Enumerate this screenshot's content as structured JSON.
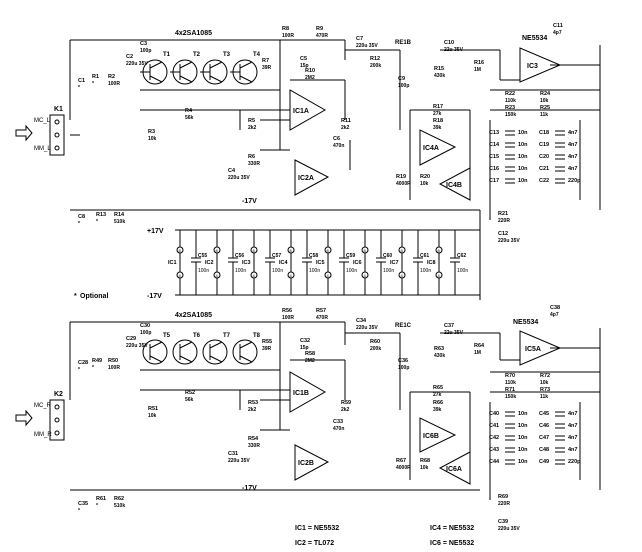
{
  "transistor_groups": {
    "left": "4x2SA1085",
    "right": "4x2SA1085"
  },
  "connectors": {
    "k1": {
      "name": "K1",
      "pins": [
        "MC_L",
        "MM_L"
      ]
    },
    "k2": {
      "name": "K2",
      "pins": [
        "MC_R",
        "MM_R"
      ]
    }
  },
  "top_channel": {
    "transistors": [
      "T1",
      "T2",
      "T3",
      "T4"
    ],
    "opamps": [
      "IC1A",
      "IC2A",
      "IC4A",
      "IC4B",
      "IC3"
    ],
    "ic3_type": "NE5534",
    "relay": "RE1B",
    "components": [
      {
        "ref": "C1",
        "val": "*"
      },
      {
        "ref": "R1",
        "val": "*"
      },
      {
        "ref": "R2",
        "val": "100R"
      },
      {
        "ref": "C2",
        "val": "220u 35V"
      },
      {
        "ref": "C3",
        "val": "100p"
      },
      {
        "ref": "R3",
        "val": "10k"
      },
      {
        "ref": "R4",
        "val": "56k"
      },
      {
        "ref": "R5",
        "val": "2k2"
      },
      {
        "ref": "R6",
        "val": "330R"
      },
      {
        "ref": "C4",
        "val": "220u 35V"
      },
      {
        "ref": "R7",
        "val": "39R"
      },
      {
        "ref": "R8",
        "val": "100R"
      },
      {
        "ref": "R9",
        "val": "470R"
      },
      {
        "ref": "C5",
        "val": "15p"
      },
      {
        "ref": "R10",
        "val": "2M2"
      },
      {
        "ref": "R11",
        "val": "2k2"
      },
      {
        "ref": "C6",
        "val": "470n"
      },
      {
        "ref": "C7",
        "val": "220u 35V"
      },
      {
        "ref": "R12",
        "val": "200k"
      },
      {
        "ref": "C9",
        "val": "100p"
      },
      {
        "ref": "C10",
        "val": "22u 35V"
      },
      {
        "ref": "R15",
        "val": "430k"
      },
      {
        "ref": "R16",
        "val": "1M"
      },
      {
        "ref": "R17",
        "val": "27k"
      },
      {
        "ref": "R18",
        "val": "39k"
      },
      {
        "ref": "R19",
        "val": "4000R"
      },
      {
        "ref": "R20",
        "val": "10k"
      },
      {
        "ref": "C11",
        "val": "4p7"
      },
      {
        "ref": "R22",
        "val": "110k"
      },
      {
        "ref": "R23",
        "val": "150k"
      },
      {
        "ref": "R24",
        "val": "10k"
      },
      {
        "ref": "R25",
        "val": "11k"
      },
      {
        "ref": "C12",
        "val": "220u 35V"
      },
      {
        "ref": "R21",
        "val": "220R"
      },
      {
        "ref": "C8",
        "val": "*"
      },
      {
        "ref": "R13",
        "val": "*"
      },
      {
        "ref": "R14",
        "val": "510k"
      }
    ],
    "cap_bank_left": [
      {
        "ref": "C13",
        "val": "10n"
      },
      {
        "ref": "C14",
        "val": "10n"
      },
      {
        "ref": "C15",
        "val": "10n"
      },
      {
        "ref": "C16",
        "val": "10n"
      },
      {
        "ref": "C17",
        "val": "10n"
      }
    ],
    "cap_bank_right": [
      {
        "ref": "C18",
        "val": "4n7"
      },
      {
        "ref": "C19",
        "val": "4n7"
      },
      {
        "ref": "C20",
        "val": "4n7"
      },
      {
        "ref": "C21",
        "val": "4n7"
      },
      {
        "ref": "C22",
        "val": "220p"
      }
    ]
  },
  "bottom_channel": {
    "transistors": [
      "T5",
      "T6",
      "T7",
      "T8"
    ],
    "opamps": [
      "IC1B",
      "IC2B",
      "IC6B",
      "IC6A",
      "IC5A"
    ],
    "ic5_type": "NE5534",
    "relay": "RE1C",
    "components": [
      {
        "ref": "C28",
        "val": "*"
      },
      {
        "ref": "R49",
        "val": "*"
      },
      {
        "ref": "R50",
        "val": "100R"
      },
      {
        "ref": "C29",
        "val": "220u 35V"
      },
      {
        "ref": "C30",
        "val": "100p"
      },
      {
        "ref": "R51",
        "val": "10k"
      },
      {
        "ref": "R52",
        "val": "56k"
      },
      {
        "ref": "R53",
        "val": "2k2"
      },
      {
        "ref": "R54",
        "val": "330R"
      },
      {
        "ref": "C31",
        "val": "220u 35V"
      },
      {
        "ref": "R55",
        "val": "39R"
      },
      {
        "ref": "R56",
        "val": "100R"
      },
      {
        "ref": "R57",
        "val": "470R"
      },
      {
        "ref": "C32",
        "val": "15p"
      },
      {
        "ref": "R58",
        "val": "2M2"
      },
      {
        "ref": "R59",
        "val": "2k2"
      },
      {
        "ref": "C33",
        "val": "470n"
      },
      {
        "ref": "C34",
        "val": "220u 35V"
      },
      {
        "ref": "R60",
        "val": "200k"
      },
      {
        "ref": "C36",
        "val": "100p"
      },
      {
        "ref": "C37",
        "val": "22u 35V"
      },
      {
        "ref": "R63",
        "val": "430k"
      },
      {
        "ref": "R64",
        "val": "1M"
      },
      {
        "ref": "R65",
        "val": "27k"
      },
      {
        "ref": "R66",
        "val": "39k"
      },
      {
        "ref": "R67",
        "val": "4000R"
      },
      {
        "ref": "R68",
        "val": "10k"
      },
      {
        "ref": "C38",
        "val": "4p7"
      },
      {
        "ref": "R70",
        "val": "110k"
      },
      {
        "ref": "R71",
        "val": "150k"
      },
      {
        "ref": "R72",
        "val": "10k"
      },
      {
        "ref": "R73",
        "val": "11k"
      },
      {
        "ref": "C39",
        "val": "220u 35V"
      },
      {
        "ref": "R69",
        "val": "220R"
      },
      {
        "ref": "C35",
        "val": "*"
      },
      {
        "ref": "R61",
        "val": "*"
      },
      {
        "ref": "R62",
        "val": "510k"
      }
    ],
    "cap_bank_left": [
      {
        "ref": "C40",
        "val": "10n"
      },
      {
        "ref": "C41",
        "val": "10n"
      },
      {
        "ref": "C42",
        "val": "10n"
      },
      {
        "ref": "C43",
        "val": "10n"
      },
      {
        "ref": "C44",
        "val": "10n"
      }
    ],
    "cap_bank_right": [
      {
        "ref": "C45",
        "val": "4n7"
      },
      {
        "ref": "C46",
        "val": "4n7"
      },
      {
        "ref": "C47",
        "val": "4n7"
      },
      {
        "ref": "C48",
        "val": "4n7"
      },
      {
        "ref": "C49",
        "val": "220p"
      }
    ]
  },
  "supply": {
    "pos": "+17V",
    "neg": "-17V",
    "neg_top": "-17V",
    "neg_bot": "-17V",
    "decoupling": [
      {
        "ic": "IC1",
        "cap": "C55",
        "val": "100n"
      },
      {
        "ic": "IC2",
        "cap": "C56",
        "val": "100n"
      },
      {
        "ic": "IC3",
        "cap": "C57",
        "val": "100n"
      },
      {
        "ic": "IC4",
        "cap": "C58",
        "val": "100n"
      },
      {
        "ic": "IC5",
        "cap": "C59",
        "val": "100n"
      },
      {
        "ic": "IC6",
        "cap": "C60",
        "val": "100n"
      },
      {
        "ic": "IC7",
        "cap": "C61",
        "val": "100n"
      },
      {
        "ic": "IC8",
        "cap": "C62",
        "val": "100n"
      }
    ]
  },
  "notes": {
    "optional": "Optional"
  },
  "ic_legend": [
    "IC1 = NE5532",
    "IC2 = TL072",
    "IC4 = NE5532",
    "IC6 = NE5532"
  ]
}
